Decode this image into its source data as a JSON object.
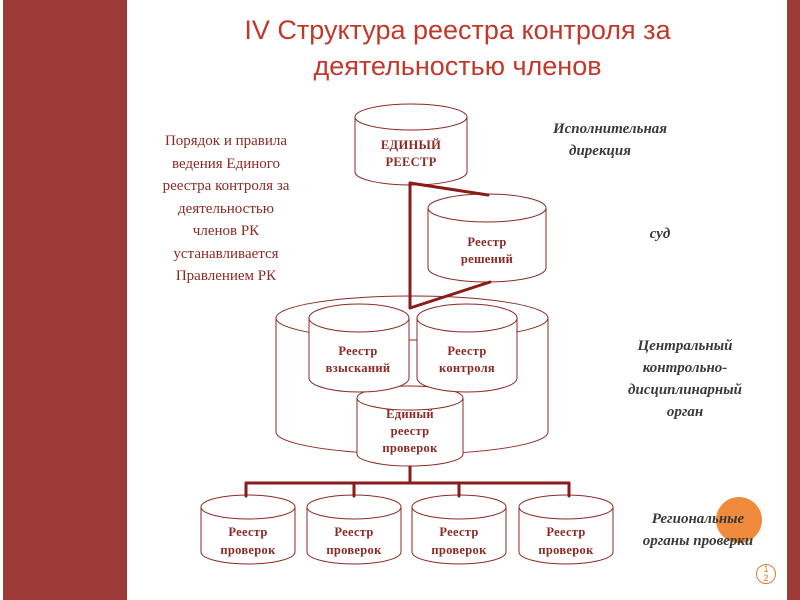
{
  "title": {
    "line1": "IV Структура реестра контроля за",
    "line2": "деятельностью членов"
  },
  "note_lines": [
    "Порядок и правила",
    "ведения Единого",
    "реестра контроля за",
    "деятельностью",
    "членов РК",
    "устанавливается",
    "Правлением РК"
  ],
  "labels": {
    "executive": [
      "Исполнительная",
      "дирекция"
    ],
    "court": [
      "суд"
    ],
    "central": [
      "Центральный",
      "контрольно-",
      "дисциплинарный",
      "орган"
    ],
    "regional": [
      "Региональные",
      "органы проверки"
    ]
  },
  "cylinders": {
    "unified": [
      "ЕДИНЫЙ",
      "РЕЕСТР"
    ],
    "decisions": [
      "Реестр",
      "решений"
    ],
    "recoveries": [
      "Реестр",
      "взысканий"
    ],
    "control": [
      "Реестр",
      "контроля"
    ],
    "unified_checks": [
      "Единый",
      "реестр",
      "проверок"
    ],
    "regional": [
      [
        "Реестр",
        "проверок"
      ],
      [
        "Реестр",
        "проверок"
      ],
      [
        "Реестр",
        "проверок"
      ],
      [
        "Реестр",
        "проверок"
      ]
    ]
  },
  "page": {
    "number_top": "1",
    "number_bottom": "2"
  },
  "colors": {
    "frame": "#9b3a36",
    "accent": "#c0392b",
    "line": "#8b1a1a",
    "badge": "#f08a3c"
  }
}
